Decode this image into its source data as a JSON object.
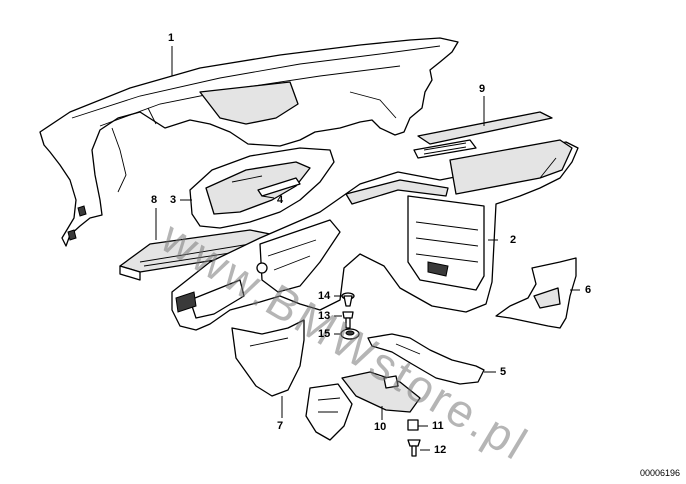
{
  "diagram": {
    "drawing_number": "00006196",
    "watermark_text": "www.BMWstore.pl",
    "callouts": [
      {
        "id": "1",
        "label": "1",
        "part": "dashboard-trim-panel"
      },
      {
        "id": "2",
        "label": "2",
        "part": "center-console-housing"
      },
      {
        "id": "3",
        "label": "3",
        "part": "instrument-cover"
      },
      {
        "id": "4",
        "label": "4",
        "part": "instrument-cover-insert"
      },
      {
        "id": "5",
        "label": "5",
        "part": "right-footwell-trim"
      },
      {
        "id": "6",
        "label": "6",
        "part": "right-side-trim"
      },
      {
        "id": "7",
        "label": "7",
        "part": "left-footwell-trim"
      },
      {
        "id": "8",
        "label": "8",
        "part": "left-defroster-grille"
      },
      {
        "id": "9",
        "label": "9",
        "part": "right-defroster-grille"
      },
      {
        "id": "10",
        "label": "10",
        "part": "lower-trim-panel"
      },
      {
        "id": "11",
        "label": "11",
        "part": "clip"
      },
      {
        "id": "12",
        "label": "12",
        "part": "screw"
      },
      {
        "id": "13",
        "label": "13",
        "part": "bolt"
      },
      {
        "id": "14",
        "label": "14",
        "part": "expanding-rivet"
      },
      {
        "id": "15",
        "label": "15",
        "part": "rubber-grommet"
      }
    ]
  }
}
